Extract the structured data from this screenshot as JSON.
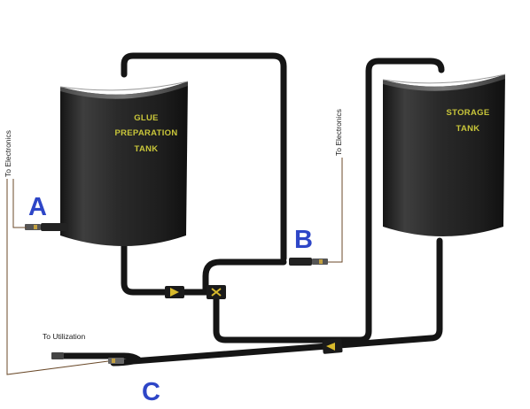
{
  "tanks": {
    "glue": {
      "line1": "GLUE",
      "line2": "PREPARATION",
      "line3": "TANK"
    },
    "storage": {
      "line1": "STORAGE",
      "line2": "TANK"
    }
  },
  "labels": {
    "to_electronics_left": "To Electronics",
    "to_electronics_right": "To Electronics",
    "to_utilization": "To Utilization"
  },
  "sensor_points": {
    "a": "A",
    "b": "B",
    "c": "C"
  },
  "colors": {
    "pipe": "#151515",
    "tank_body": "#2b2b2b",
    "tank_text": "#c9c63a",
    "letter_blue": "#2e46c7",
    "wire": "#6b4a2a",
    "valve_yellow": "#d7b92c"
  }
}
